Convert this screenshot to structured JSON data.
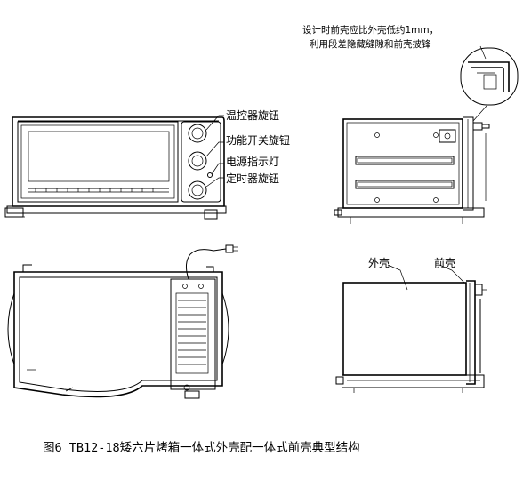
{
  "annotations": {
    "design_note_line1": "设计时前壳应比外壳低约1mm，",
    "design_note_line2": "利用段差隐藏缝隙和前壳披锋",
    "temp_knob": "温控器旋钮",
    "function_switch_knob": "功能开关旋钮",
    "power_indicator": "电源指示灯",
    "timer_knob": "定时器旋钮",
    "outer_shell": "外壳",
    "front_shell": "前壳"
  },
  "caption": "图6 TB12-18矮六片烤箱一体式外壳配一体式前壳典型结构"
}
